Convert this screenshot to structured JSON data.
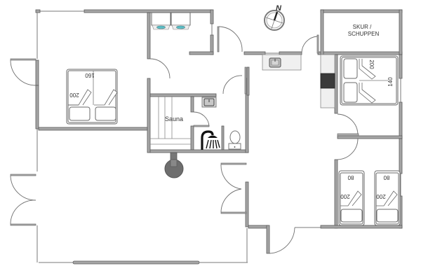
{
  "plan": {
    "type": "floor-plan",
    "compass": {
      "label": "N"
    },
    "rooms": [
      {
        "id": "bedroom-1",
        "bed": {
          "width_label": "160",
          "length_label": "200"
        }
      },
      {
        "id": "utility",
        "appliances": [
          "washing-machine",
          "dryer"
        ]
      },
      {
        "id": "sauna",
        "label": "Sauna"
      },
      {
        "id": "bathroom",
        "fixtures": [
          "sink",
          "shower",
          "toilet"
        ]
      },
      {
        "id": "kitchen",
        "fixtures": [
          "sink",
          "stove"
        ]
      },
      {
        "id": "shed",
        "label_line1": "SKUR /",
        "label_line2": "SCHUPPEN"
      },
      {
        "id": "bedroom-2",
        "bed": {
          "width_label": "140",
          "length_label": "200"
        }
      },
      {
        "id": "bedroom-3",
        "beds": [
          {
            "width_label": "80",
            "length_label": "200"
          },
          {
            "width_label": "80",
            "length_label": "200"
          }
        ]
      },
      {
        "id": "living-room",
        "fixtures": [
          "wood-stove"
        ]
      }
    ]
  },
  "labels": {
    "compass_n": "N",
    "sauna": "Sauna",
    "shed_1": "SKUR /",
    "shed_2": "SCHUPPEN",
    "bed1_w": "160",
    "bed1_l": "200",
    "bed2_w": "140",
    "bed2_l": "200",
    "bed3a_w": "80",
    "bed3a_l": "200",
    "bed3b_w": "80",
    "bed3b_l": "200"
  },
  "colors": {
    "wall": "#a6a6a6",
    "wall_outline": "#5a5a5a",
    "stove": "#3a3a3a",
    "appliance_accent": "#5bc0c8",
    "wood_stove": "#6e6e6e"
  }
}
